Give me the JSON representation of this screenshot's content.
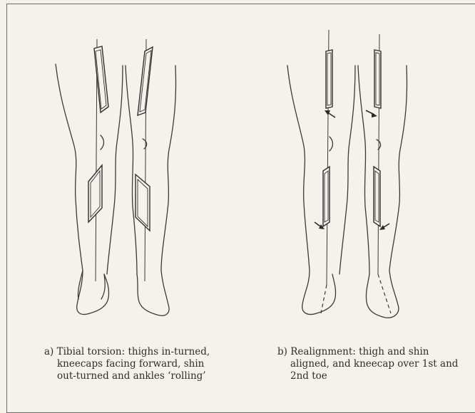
{
  "figure": {
    "captions": {
      "a": {
        "lines": [
          "a) Tibial torsion: thighs in-turned,",
          "kneecaps facing forward, shin",
          "out-turned and ankles ‘rolling’"
        ]
      },
      "b": {
        "lines": [
          "b) Realignment: thigh and shin",
          "aligned, and kneecap over 1st and",
          "2nd toe"
        ]
      }
    }
  }
}
